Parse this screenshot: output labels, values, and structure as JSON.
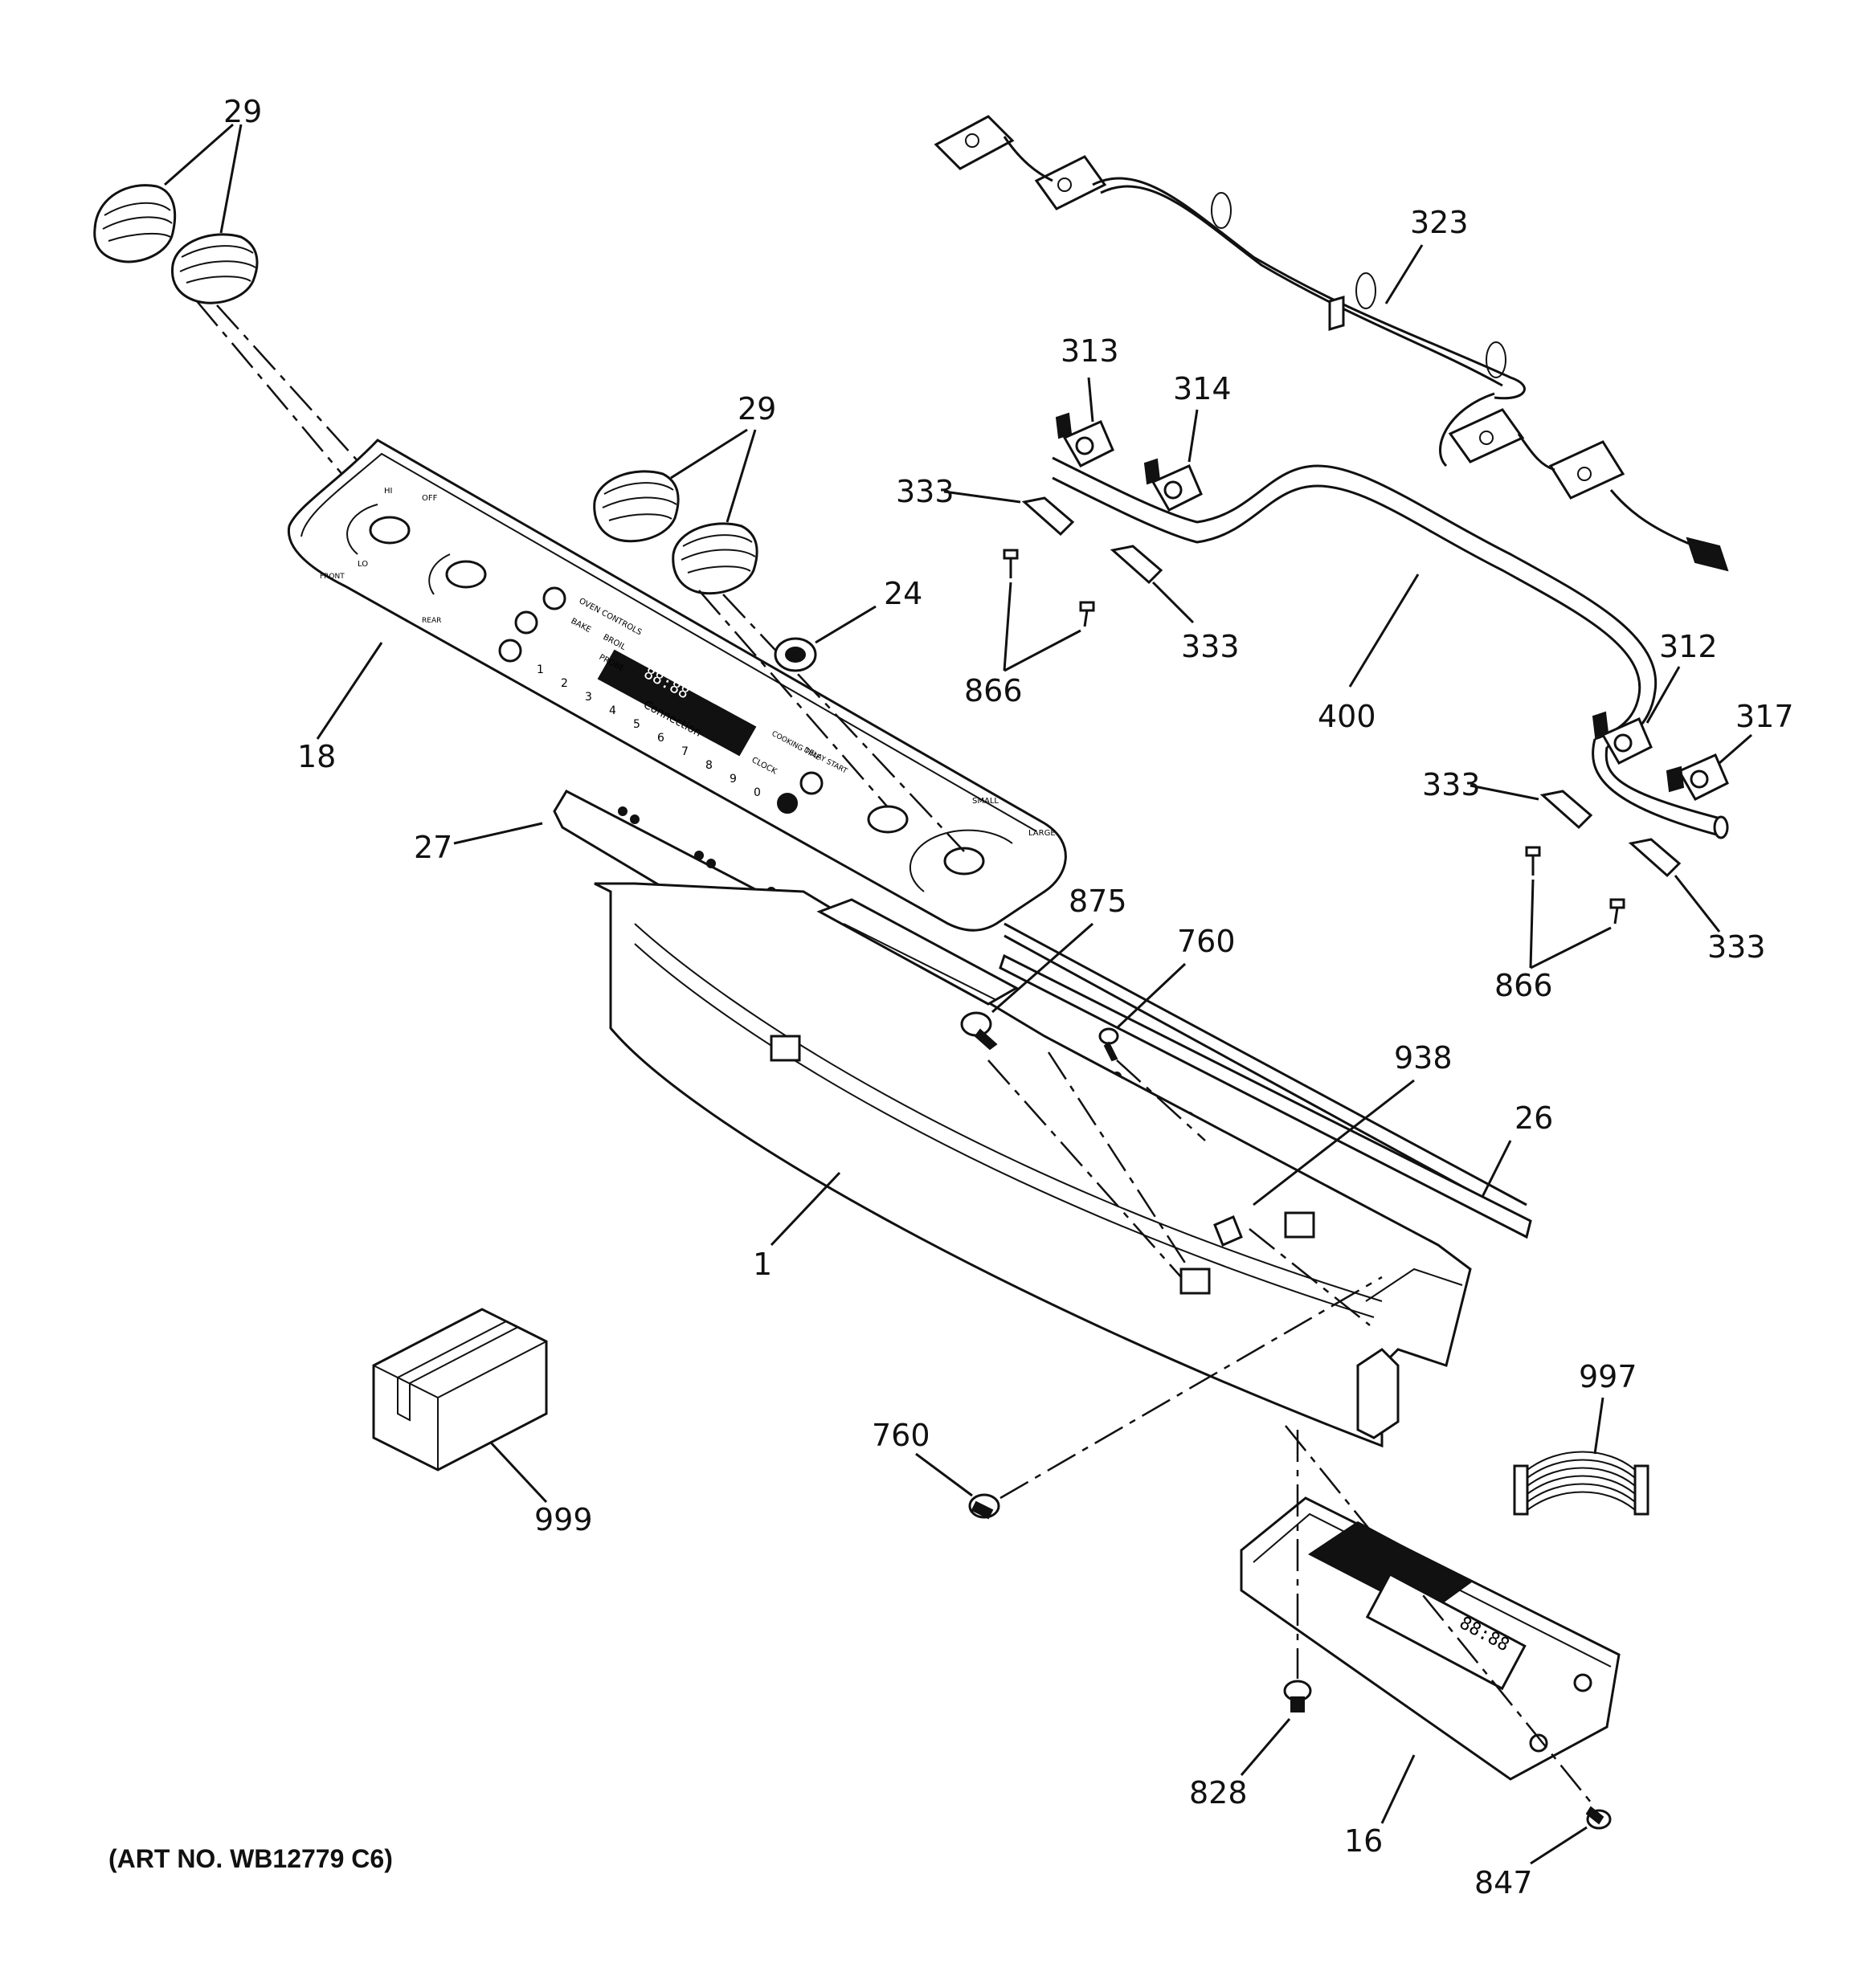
{
  "art_number": "(ART NO. WB12779 C6)",
  "callouts": {
    "k29a": "29",
    "k29b": "29",
    "k323": "323",
    "k313": "313",
    "k314": "314",
    "k333a": "333",
    "k333b": "333",
    "k333c": "333",
    "k333d": "333",
    "k24": "24",
    "k866a": "866",
    "k866b": "866",
    "k400": "400",
    "k312": "312",
    "k317": "317",
    "k18": "18",
    "k27": "27",
    "k875": "875",
    "k760a": "760",
    "k760b": "760",
    "k938": "938",
    "k26": "26",
    "k1": "1",
    "k997": "997",
    "k999": "999",
    "k828": "828",
    "k16": "16",
    "k847": "847"
  },
  "panel_text": {
    "connection": "Connection",
    "oven_controls": "OVEN CONTROLS",
    "bake": "BAKE",
    "broil": "BROIL",
    "probe": "PROBE",
    "clock": "CLOCK",
    "cooking_time": "COOKING TIME",
    "delay_start": "DELAY START",
    "off": "OFF",
    "hi": "HI",
    "lo": "LO",
    "small": "SMALL",
    "large": "LARGE",
    "front": "FRONT",
    "rear": "REAR",
    "keypad_digits": [
      "1",
      "2",
      "3",
      "4",
      "5",
      "6",
      "7",
      "8",
      "9",
      "0"
    ],
    "display_digits": "88:88"
  }
}
